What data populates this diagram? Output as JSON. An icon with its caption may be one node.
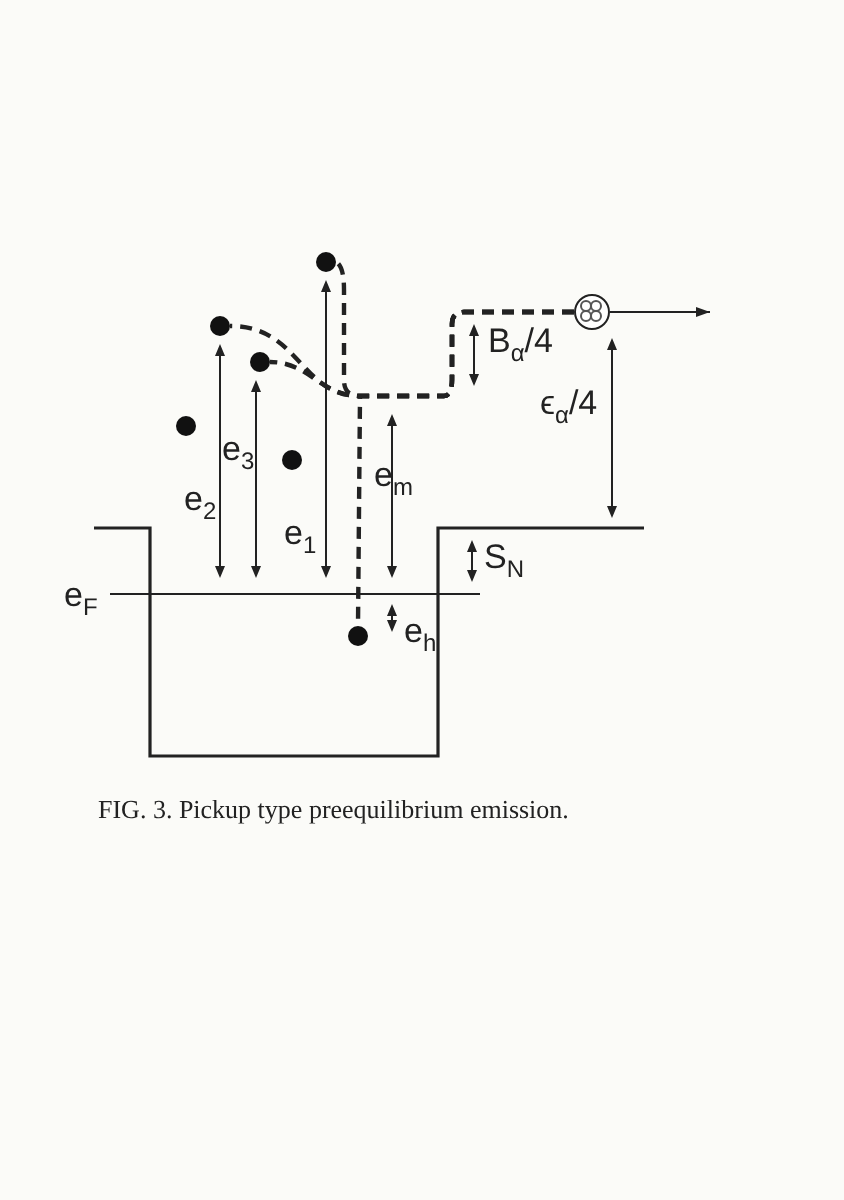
{
  "diagram": {
    "caption": "FIG. 3. Pickup type preequilibrium emission.",
    "nodes": [
      {
        "text": [],
        "shape": "circle"
      },
      {
        "text": [],
        "shape": "circle"
      },
      {
        "text": [],
        "shape": "circle"
      },
      {
        "text": [],
        "shape": "circle"
      },
      {
        "text": [],
        "shape": "circle"
      },
      {
        "text": [],
        "shape": "circle"
      },
      {
        "text": [],
        "shape": "circle"
      }
    ],
    "edges": [
      {
        "from": 1,
        "to": 0,
        "arrow": "none",
        "style": "dashed"
      },
      {
        "from": 2,
        "to": 0,
        "arrow": "none",
        "style": "dashed"
      },
      {
        "from": 3,
        "to": 0,
        "arrow": "none",
        "style": "dashed"
      },
      {
        "from": 6,
        "to": 0,
        "arrow": "none",
        "style": "dashed"
      },
      {
        "from": 0,
        "to": null,
        "arrow": "to"
      }
    ],
    "labels": [
      "B$_{α}$/4",
      "ϵ$_{α}$/4",
      "e$_{3}$",
      "e$_{m}$",
      "e$_{2}$",
      "e$_{1}$",
      "S$_{N}$",
      "e$_{F}$",
      "e$_{h}$"
    ]
  }
}
